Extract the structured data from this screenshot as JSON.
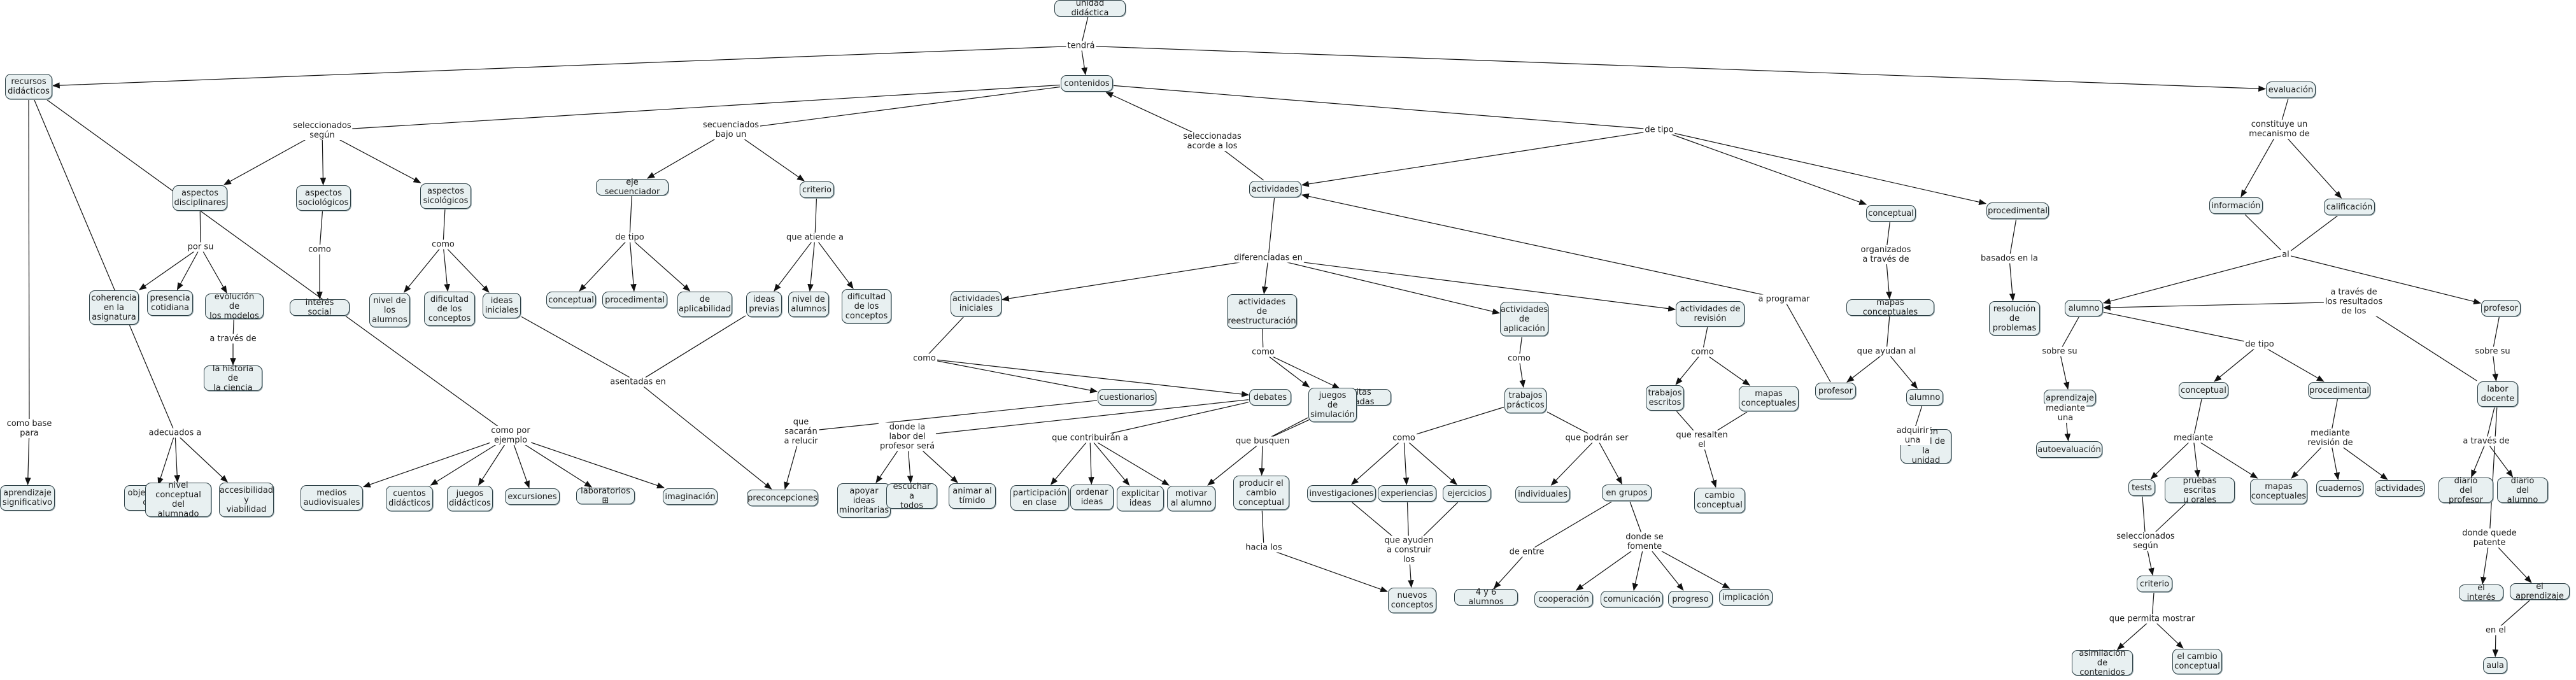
{
  "concepts": {
    "unidad": "unidad didáctica",
    "recursos": "recursos\ndidácticos",
    "contenidos": "contenidos",
    "evaluacion": "evaluación",
    "asp_disc": "aspectos\ndisciplinares",
    "asp_soc": "aspectos\nsociológicos",
    "asp_sic": "aspectos\nsicológicos",
    "eje_sec": "eje secuenciador",
    "criterio": "criterio",
    "actividades": "actividades",
    "conceptual_top": "conceptual",
    "procedimental_top": "procedimental",
    "informacion": "información",
    "calificacion": "calificación",
    "coherencia": "coherencia\nen la\nasignatura",
    "presencia": "presencia\ncotidiana",
    "evolucion": "evolución de\nlos modelos",
    "historia": "la historia de\nla ciencia",
    "interes_social": "interés social",
    "nivel_alumnos1": "nivel de\nlos\nalumnos",
    "dificultad1": "dificultad\nde los\nconceptos",
    "ideas_iniciales": "ideas\niniciales",
    "conceptual_eje": "conceptual",
    "procedimental_eje": "procedimental",
    "aplicabilidad": "de\naplicabilidad",
    "ideas_previas": "ideas\nprevias",
    "nivel_alumnos2": "nivel de\nalumnos",
    "dificultad2": "dificultad\nde los\nconceptos",
    "act_iniciales": "actividades\niniciales",
    "act_reestr": "actividades\nde\nreestructuración",
    "act_aplic": "actividades\nde\naplicación",
    "act_revision": "actividades de\nrevisión",
    "mapas_conc1": "mapas conceptuales",
    "resolucion": "resolución\nde\nproblemas",
    "alumno_eval": "alumno",
    "profesor_eval": "profesor",
    "cuestionarios": "cuestionarios",
    "debates": "debates",
    "visitas": "visitas guiadas",
    "juegos_sim": "juegos\nde\nsimulación",
    "trabajos_pract": "trabajos\nprácticos",
    "trabajos_esc": "trabajos\nescritos",
    "mapas_conc2": "mapas\nconceptuales",
    "profesor_map": "profesor",
    "alumno_map": "alumno",
    "vision": "visión\nglobal de la\nunidad",
    "aprendizaje_eval": "aprendizaje",
    "autoevaluacion": "autoevaluación",
    "conceptual_al": "conceptual",
    "procedimental_al": "procedimental",
    "tests": "tests",
    "pruebas": "pruebas escritas\nu orales",
    "mapas_conc3": "mapas\nconceptuales",
    "cuadernos": "cuadernos",
    "actividades2": "actividades",
    "criterio2": "criterio",
    "asimilacion": "asimilación\nde contenidos",
    "cambio_conc_eval": "el cambio\nconceptual",
    "labor_docente": "labor\ndocente",
    "diario_prof": "diario\ndel profesor",
    "diario_al": "diario\ndel alumno",
    "interes": "el interés",
    "aprendizaje2": "el aprendizaje",
    "aula": "aula",
    "aprendizaje_sig": "aprendizaje\nsignificativo",
    "objetivos": "objetivos del\ncurso",
    "nivel_conc": "nivel\nconceptual del\nalumnado",
    "accesibilidad": "accesibilidad\ny\nviabilidad",
    "medios": "medios\naudiovisuales",
    "cuentos": "cuentos\ndidácticos",
    "juegos_did": "juegos\ndidácticos",
    "excursiones": "excursiones",
    "laboratorios": "laboratorios ⊞",
    "imaginacion": "imaginación",
    "preconcepciones": "preconcepciones",
    "apoyar": "apoyar\nideas\nminoritarias",
    "escuchar": "escuchar a\ntodos",
    "animar": "animar al\ntímido",
    "participacion": "participación\nen clase",
    "ordenar": "ordenar\nideas",
    "explicitar": "explicitar\nideas",
    "motivar": "motivar\nal alumno",
    "producir": "producir el\ncambio\nconceptual",
    "investigaciones": "investigaciones",
    "experiencias": "experiencias",
    "ejercicios": "ejercicios",
    "nuevos": "nuevos\nconceptos",
    "individuales": "individuales",
    "en_grupos": "en grupos",
    "cambio_conc_rev": "cambio\nconceptual",
    "cuatro_seis": "4 y 6 alumnos",
    "cooperacion": "cooperación",
    "comunicacion": "comunicación",
    "progreso": "progreso",
    "implicacion": "implicación"
  },
  "linking_phrases": {
    "tendra": "tendrá",
    "seleccionados_segun": "seleccionados\nsegún",
    "secuenciados": "secuenciados\nbajo un",
    "seleccionadas_acorde": "seleccionadas\nacorde a los",
    "de_tipo_act": "de tipo",
    "constituye": "constituye un\nmecanismo de",
    "por_su": "por su",
    "como_soc": "como",
    "como_sic": "como",
    "de_tipo_eje": "de tipo",
    "que_atiende": "que atiende a",
    "a_traves_de_hist": "a través de",
    "diferenciadas": "diferenciadas en",
    "a_programar": "a programar",
    "organizados": "organizados\na través de",
    "basados": "basados en la",
    "al": "al",
    "a_traves_resultados": "a través de\nlos resultados\nde los",
    "como_ini": "como",
    "como_reestr": "como",
    "como_aplic": "como",
    "como_rev": "como",
    "que_ayudan_al": "que ayudan al",
    "sobre_su_al": "sobre su",
    "sobre_su_prof": "sobre su",
    "de_tipo_al": "de tipo",
    "que_sacaran": "que\nsacarán\na relucir",
    "donde_labor": "donde la\nlabor del\nprofesor será",
    "que_contribuiran": "que contribuirán a",
    "que_busquen": "que busquen",
    "hacia_los": "hacia los",
    "como_pract": "como",
    "que_podran": "que podrán ser",
    "que_ayuden": "que ayuden\na construir\nlos",
    "de_entre": "de entre",
    "donde_fomente": "donde se\nfomente",
    "que_resalten": "que resalten\nel",
    "adquirir": "adquirir\nuna",
    "mediante_una": "mediante\nuna",
    "mediante_conc": "mediante",
    "mediante_rev": "mediante\nrevisión de",
    "a_traves_de_lab": "a través de",
    "seleccionados2": "seleccionados\nsegún",
    "que_permita": "que permita mostrar",
    "donde_quede": "donde quede\npatente",
    "en_el": "en el",
    "como_base": "como base\npara",
    "adecuados": "adecuados a",
    "como_por_ejemplo": "como por\nejemplo",
    "asentadas": "asentadas en"
  }
}
